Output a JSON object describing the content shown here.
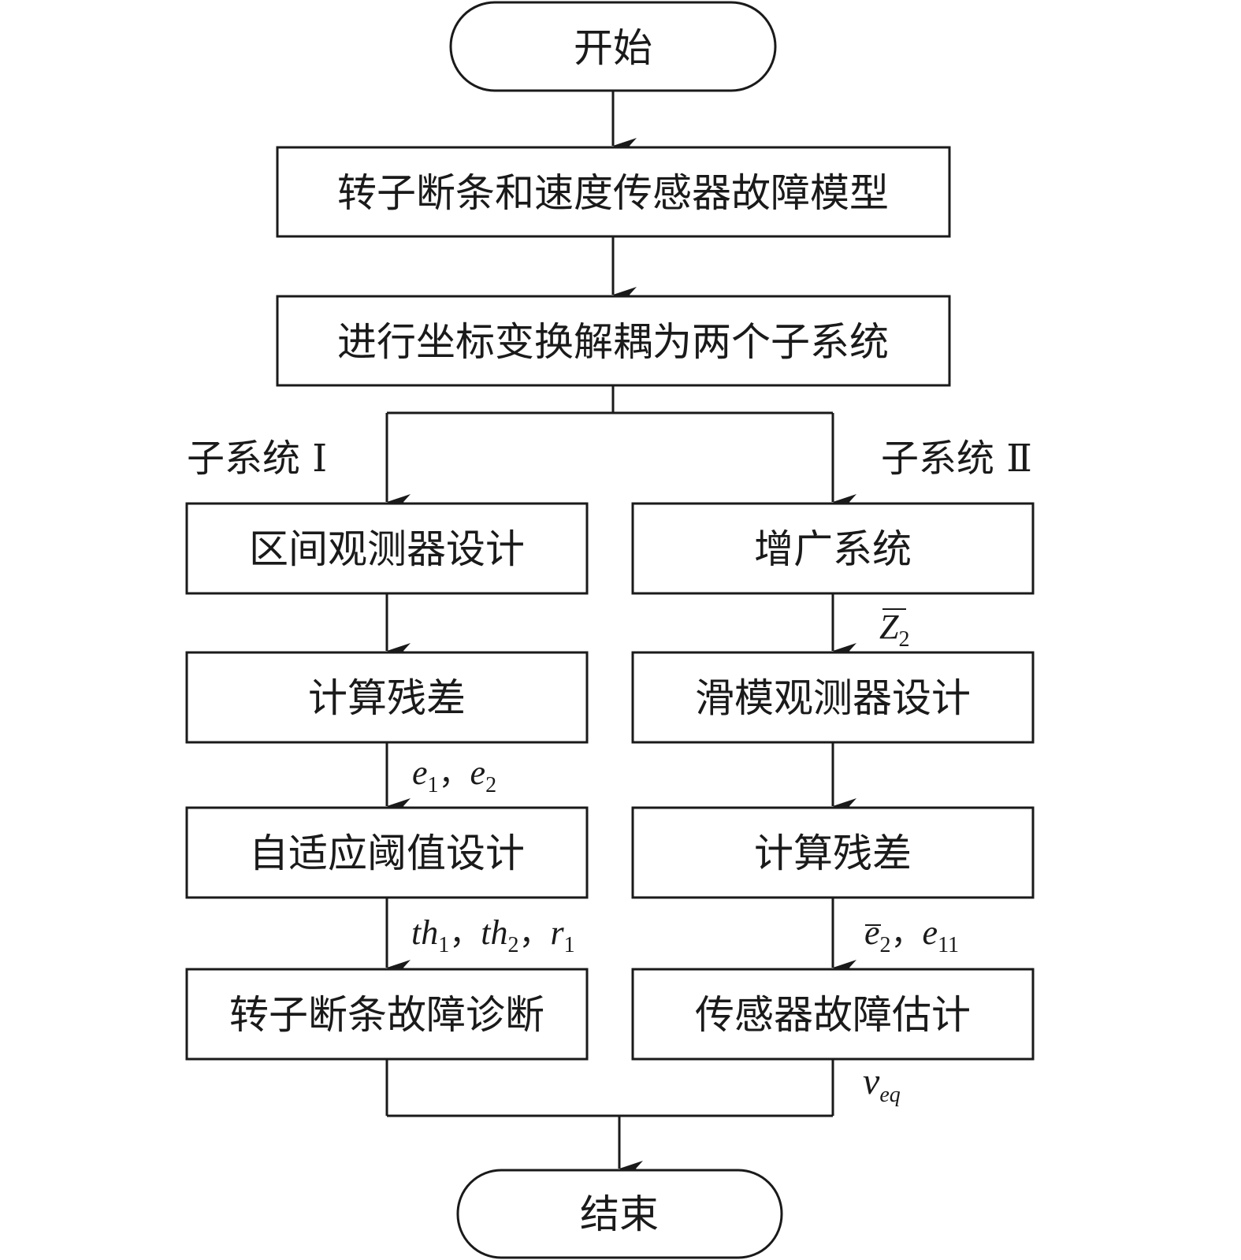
{
  "nodes": {
    "start": "开始",
    "model": "转子断条和速度传感器故障模型",
    "transform": "进行坐标变换解耦为两个子系统",
    "interval_observer": "区间观测器设计",
    "calc_residual_1": "计算残差",
    "adaptive_threshold": "自适应阈值设计",
    "rotor_diagnosis": "转子断条故障诊断",
    "augmented_system": "增广系统",
    "sliding_observer": "滑模观测器设计",
    "calc_residual_2": "计算残差",
    "sensor_estimate": "传感器故障估计",
    "end": "结束"
  },
  "branch_labels": {
    "subsystem_1": "子系统 Ⅰ",
    "subsystem_2": "子系统 Ⅱ"
  },
  "edge_labels": {
    "e1_e2": {
      "a": "e",
      "a_sub": "1",
      "sep": "，",
      "b": "e",
      "b_sub": "2"
    },
    "th_r": {
      "a": "th",
      "a_sub": "1",
      "sep1": "，",
      "b": "th",
      "b_sub": "2",
      "sep2": "，",
      "c": "r",
      "c_sub": "1"
    },
    "z2bar": {
      "a": "Z",
      "a_sub": "2"
    },
    "e2bar_e11": {
      "a": "e",
      "a_sub": "2",
      "sep": "，",
      "b": "e",
      "b_sub": "11"
    },
    "nu_eq": {
      "a": "ν",
      "a_sub": "eq"
    }
  }
}
